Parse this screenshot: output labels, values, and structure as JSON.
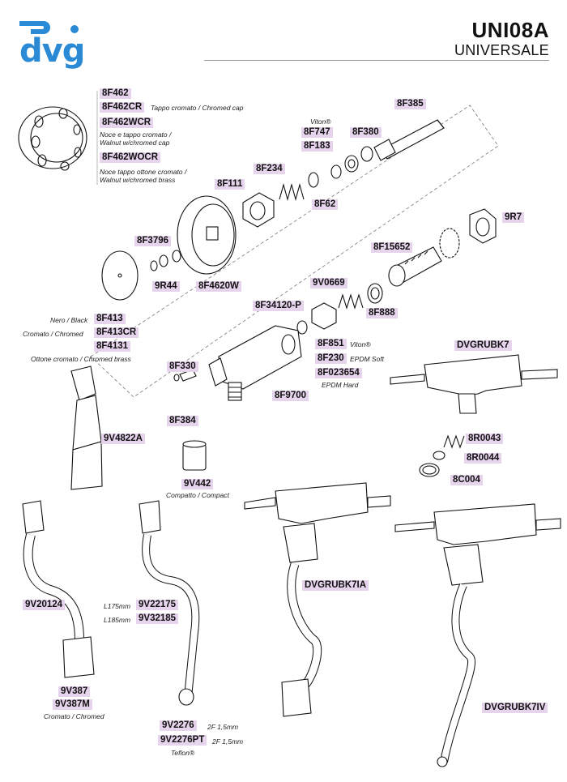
{
  "header": {
    "brand": "dvg",
    "title": "UNI08A",
    "subtitle": "UNIVERSALE"
  },
  "labels": {
    "p8F462": "8F462",
    "p8F462CR": "8F462CR",
    "p8F462WCR": "8F462WCR",
    "p8F462WOCR": "8F462WOCR",
    "p8F385": "8F385",
    "p8F747": "8F747",
    "p8F183": "8F183",
    "p8F380": "8F380",
    "p8F234": "8F234",
    "p8F111": "8F111",
    "p8F62": "8F62",
    "p9R7": "9R7",
    "p8F3796": "8F3796",
    "p8F15652": "8F15652",
    "p9R44": "9R44",
    "p8F4620W": "8F4620W",
    "p9V0669": "9V0669",
    "p8F34120P": "8F34120-P",
    "p8F888": "8F888",
    "p8F413": "8F413",
    "p8F413CR": "8F413CR",
    "p8F4131": "8F4131",
    "p8F851": "8F851",
    "p8F230": "8F230",
    "p8F023654": "8F023654",
    "pDVGRUBK7": "DVGRUBK7",
    "p8F330": "8F330",
    "p8F9700": "8F9700",
    "p8F384": "8F384",
    "p8R0043": "8R0043",
    "p9V4822A": "9V4822A",
    "p8R0044": "8R0044",
    "p9V442": "9V442",
    "p8C004": "8C004",
    "pDVGRUBK7IA": "DVGRUBK7IA",
    "p9V20124": "9V20124",
    "p9V22175": "9V22175",
    "p9V32185": "9V32185",
    "p9V387": "9V387",
    "p9V387M": "9V387M",
    "pDVGRUBK7IV": "DVGRUBK7IV",
    "p9V2276": "9V2276",
    "p9V2276PT": "9V2276PT"
  },
  "notes": {
    "tappo_cromato": "Tappo cromato / Chromed cap",
    "noce_tappo_1": "Noce e tappo cromato /",
    "noce_tappo_2": "Walnut w/chromed cap",
    "noce_ottone_1": "Noce tappo ottone cromato /",
    "noce_ottone_2": "Walnut w/chromed brass",
    "viton_top": "Viton®",
    "nero_black": "Nero / Black",
    "cromato_chromed": "Cromato / Chromed",
    "ottone_cromato": "Ottone cromato / Chromed brass",
    "viton_mid": "Viton®",
    "epdm_soft": "EPDM Soft",
    "epdm_hard": "EPDM Hard",
    "compatto": "Compatto / Compact",
    "l175": "L175mm",
    "l185": "L185mm",
    "cromato_chromed_2": "Cromato / Chromed",
    "f2_15a": "2F 1,5mm",
    "f2_15b": "2F 1,5mm",
    "teflon": "Teflon®"
  },
  "colors": {
    "brand_blue": "#2a8ad6",
    "label_bg": "#e6d3ec"
  }
}
